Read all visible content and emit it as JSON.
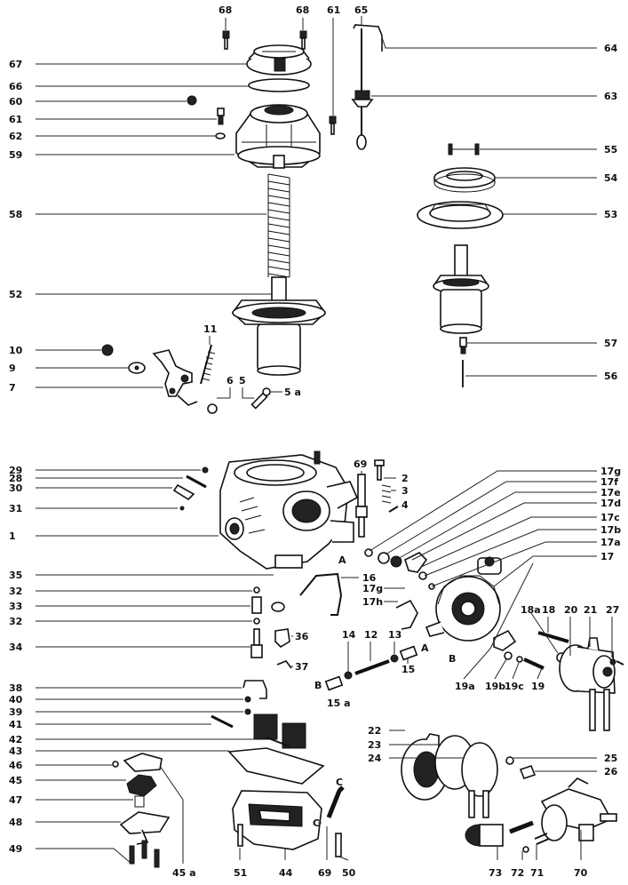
{
  "labels": {
    "l68a": "68",
    "l68b": "68",
    "l61a": "61",
    "l65": "65",
    "l67": "67",
    "l64": "64",
    "l66": "66",
    "l60": "60",
    "l63": "63",
    "l61b": "61",
    "l62": "62",
    "l59": "59",
    "l55": "55",
    "l54": "54",
    "l58": "58",
    "l53": "53",
    "l52": "52",
    "l11": "11",
    "l10": "10",
    "l57": "57",
    "l9": "9",
    "l56": "56",
    "l7": "7",
    "l6": "6",
    "l5": "5",
    "l5a": "5 a",
    "l29": "29",
    "l69a": "69",
    "l2": "2",
    "l17g": "17g",
    "l28": "28",
    "l17f": "17f",
    "l30": "30",
    "l3": "3",
    "l17e": "17e",
    "l4": "4",
    "l17d": "17d",
    "l31": "31",
    "l17c": "17c",
    "l1": "1",
    "l17b": "17b",
    "l17a": "17a",
    "lA1": "A",
    "l17": "17",
    "l35": "35",
    "l16": "16",
    "l17g2": "17g",
    "l32a": "32",
    "l17h": "17h",
    "l33": "33",
    "l32b": "32",
    "l18a": "18a",
    "l18": "18",
    "l20": "20",
    "l21": "21",
    "l27": "27",
    "l14": "14",
    "l12": "12",
    "l13": "13",
    "l34": "34",
    "l36": "36",
    "lA2": "A",
    "l15": "15",
    "l37": "37",
    "lB1": "B",
    "l19a": "19a",
    "l19b": "19b",
    "l19c": "19c",
    "l19": "19",
    "lB2": "B",
    "l15a": "15 a",
    "l38": "38",
    "l40": "40",
    "l39": "39",
    "l41": "41",
    "l42": "42",
    "l22": "22",
    "l43": "43",
    "l23": "23",
    "l24": "24",
    "l25": "25",
    "l46": "46",
    "l26": "26",
    "l45": "45",
    "l47": "47",
    "lC1": "C",
    "l48": "48",
    "lC2": "C",
    "l49": "49",
    "l45a": "45 a",
    "l51": "51",
    "l44": "44",
    "l69b": "69",
    "l50": "50",
    "l73": "73",
    "l72": "72",
    "l71": "71",
    "l70": "70"
  }
}
